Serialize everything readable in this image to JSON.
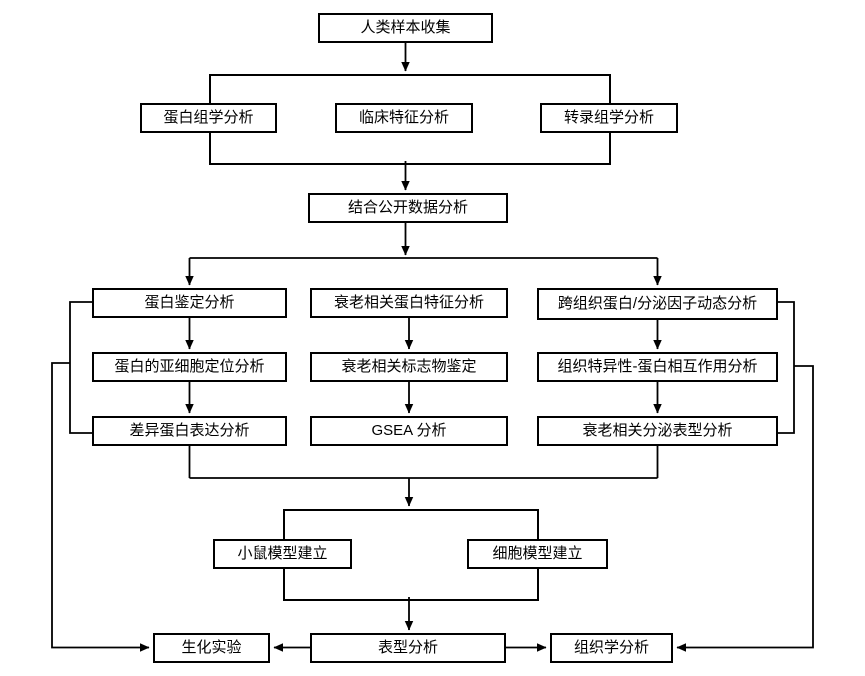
{
  "diagram": {
    "type": "flowchart",
    "language": "zh-CN",
    "colors": {
      "background": "#ffffff",
      "line": "#000000",
      "box_border": "#000000",
      "box_fill": "#ffffff",
      "text": "#000000"
    },
    "nodes": {
      "human_sample": {
        "label": "人类样本收集"
      },
      "proteomics": {
        "label": "蛋白组学分析"
      },
      "clinical": {
        "label": "临床特征分析"
      },
      "transcriptomics": {
        "label": "转录组学分析"
      },
      "public_data": {
        "label": "结合公开数据分析"
      },
      "protein_id": {
        "label": "蛋白鉴定分析"
      },
      "subcellular": {
        "label": "蛋白的亚细胞定位分析"
      },
      "diff_expr": {
        "label": "差异蛋白表达分析"
      },
      "aging_protein_feature": {
        "label": "衰老相关蛋白特征分析"
      },
      "aging_marker": {
        "label": "衰老相关标志物鉴定"
      },
      "gsea": {
        "label": "GSEA 分析"
      },
      "cross_tissue": {
        "label": "跨组织蛋白/分泌因子动态分析"
      },
      "tissue_specific": {
        "label": "组织特异性-蛋白相互作用分析"
      },
      "aging_secretory": {
        "label": "衰老相关分泌表型分析"
      },
      "mouse_model": {
        "label": "小鼠模型建立"
      },
      "cell_model": {
        "label": "细胞模型建立"
      },
      "biochem": {
        "label": "生化实验"
      },
      "phenotype": {
        "label": "表型分析"
      },
      "histology": {
        "label": "组织学分析"
      }
    }
  }
}
